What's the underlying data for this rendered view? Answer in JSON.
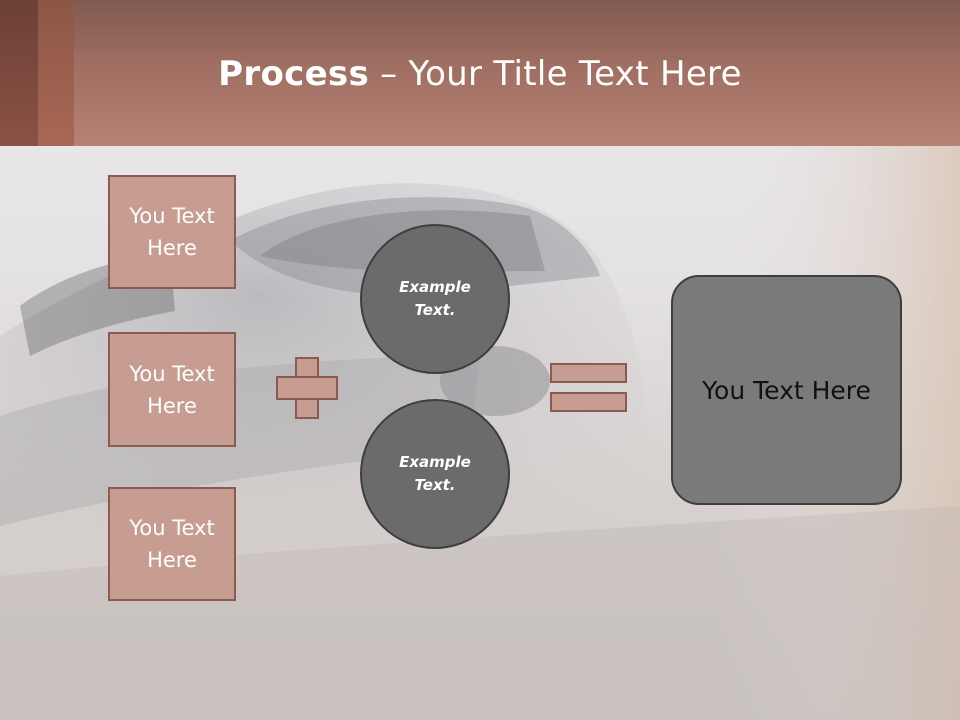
{
  "title": {
    "bold": "Process",
    "rest": " – Your Title Text Here"
  },
  "left_boxes": [
    {
      "label": "You Text Here"
    },
    {
      "label": "You Text Here"
    },
    {
      "label": "You Text Here"
    }
  ],
  "circles": [
    {
      "line1": "Example",
      "line2": "Text."
    },
    {
      "line1": "Example",
      "line2": "Text."
    }
  ],
  "result": {
    "label": "You Text Here"
  },
  "colors": {
    "header": "#a06f62",
    "box_fill": "#c79c91",
    "box_border": "#8a5c51",
    "circle_fill": "#6b6b6b",
    "result_fill": "#7a7a7a"
  }
}
